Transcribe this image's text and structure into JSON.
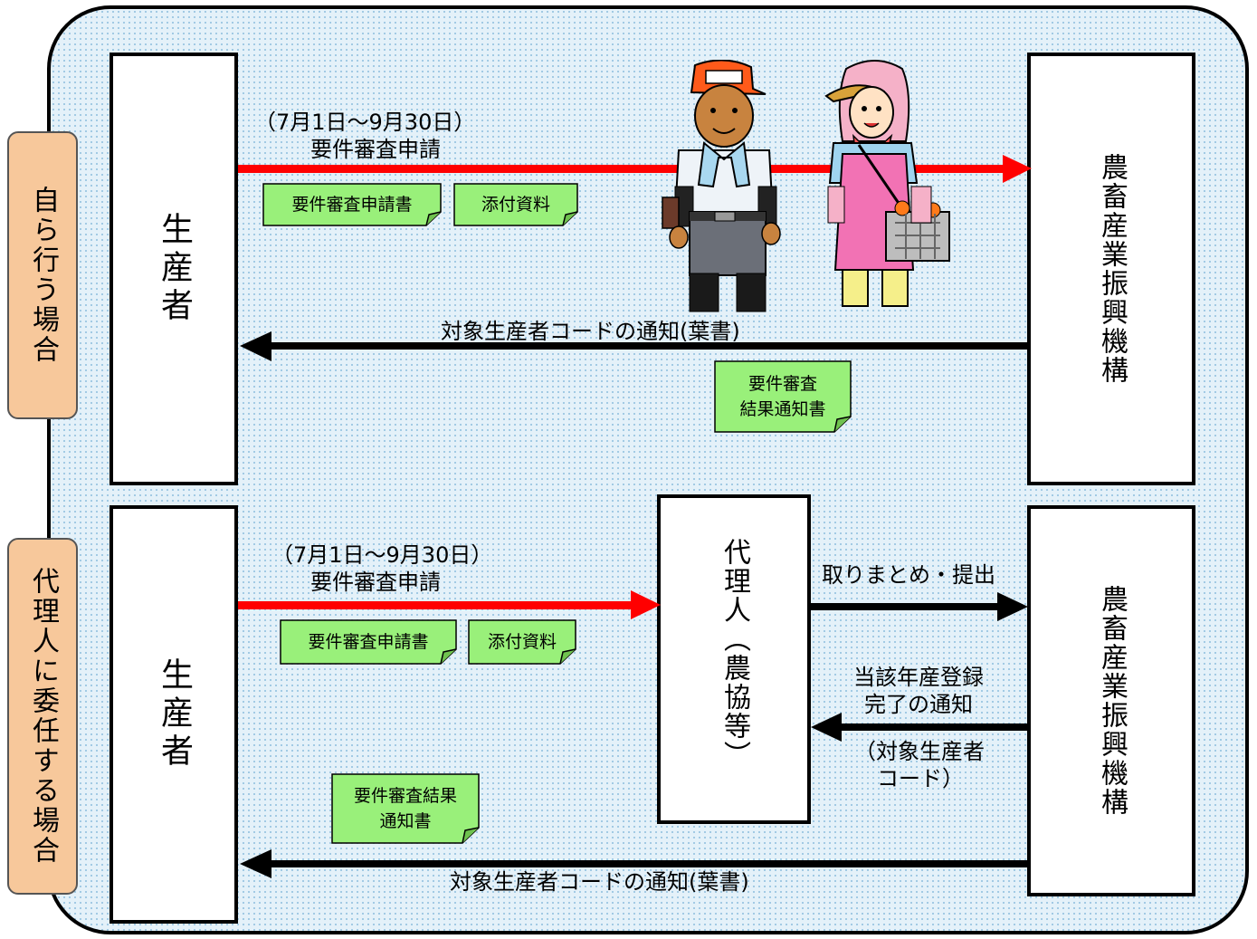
{
  "colors": {
    "frame_fill": "#e4f1f9",
    "side_label_fill": "#f7c89b",
    "doc_fill": "#99f07a",
    "request_arrow": "#ff0000",
    "return_arrow": "#000000"
  },
  "section_self": {
    "side_label": "自ら行う場合",
    "producer": "生産者",
    "organization": "農畜産業振興機構",
    "period": "（7月1日～9月30日）",
    "request": "要件審査申請",
    "docs": [
      "要件審査申請書",
      "添付資料"
    ],
    "notice": "対象生産者コードの通知(葉書)",
    "result_doc_line1": "要件審査",
    "result_doc_line2": "結果通知書"
  },
  "section_agent": {
    "side_label": "代理人に委任する場合",
    "producer": "生産者",
    "agent": "代理人（農協等）",
    "organization": "農畜産業振興機構",
    "period": "（7月1日～9月30日）",
    "request": "要件審査申請",
    "docs": [
      "要件審査申請書",
      "添付資料"
    ],
    "submit": "取りまとめ・提出",
    "completion_line1": "当該年産登録",
    "completion_line2": "完了の通知",
    "code_line1": "（対象生産者",
    "code_line2": "コード）",
    "result_doc_line1": "要件審査結果",
    "result_doc_line2": "通知書",
    "notice": "対象生産者コードの通知(葉書)"
  }
}
